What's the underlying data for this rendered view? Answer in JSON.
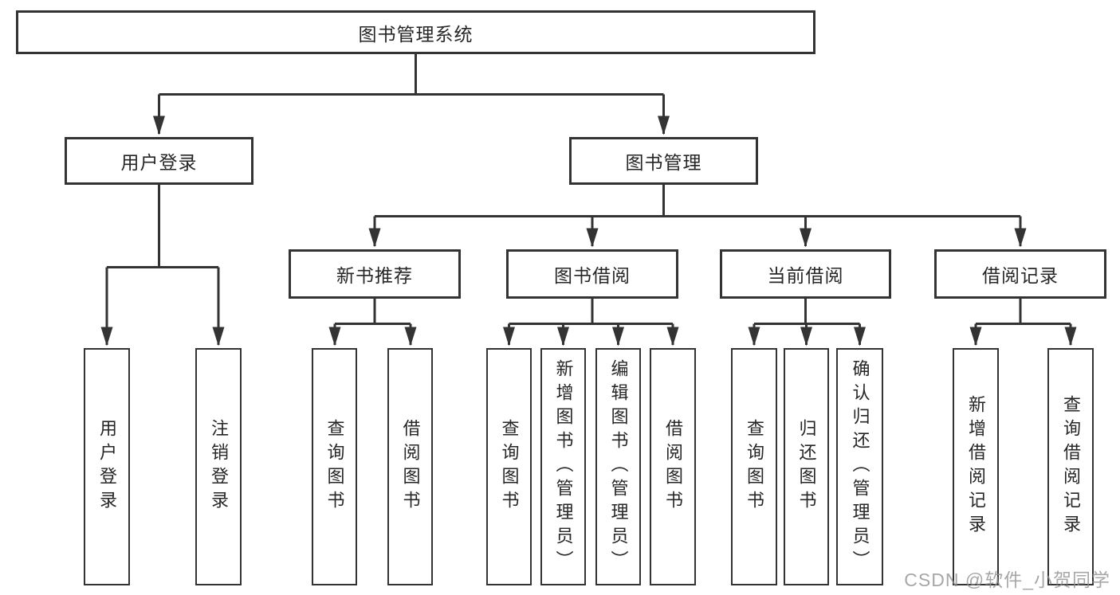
{
  "diagram": {
    "title": "图书管理系统",
    "tree": {
      "root": "图书管理系统",
      "level2": [
        "用户登录",
        "图书管理"
      ],
      "level3": [
        "新书推荐",
        "图书借阅",
        "当前借阅",
        "借阅记录"
      ],
      "leaves": [
        "用户登录",
        "注销登录",
        "查询图书",
        "借阅图书",
        "查询图书",
        "新增图书（管理员）",
        "编辑图书（管理员）",
        "借阅图书",
        "查询图书",
        "归还图书",
        "确认归还（管理员）",
        "新增借阅记录",
        "查询借阅记录"
      ]
    },
    "colors": {
      "line": "#333333",
      "box_border": "#333333",
      "box_fill": "#ffffff",
      "text": "#262626",
      "watermark": "#919191"
    }
  },
  "watermark": "CSDN @软件_小贺同学"
}
